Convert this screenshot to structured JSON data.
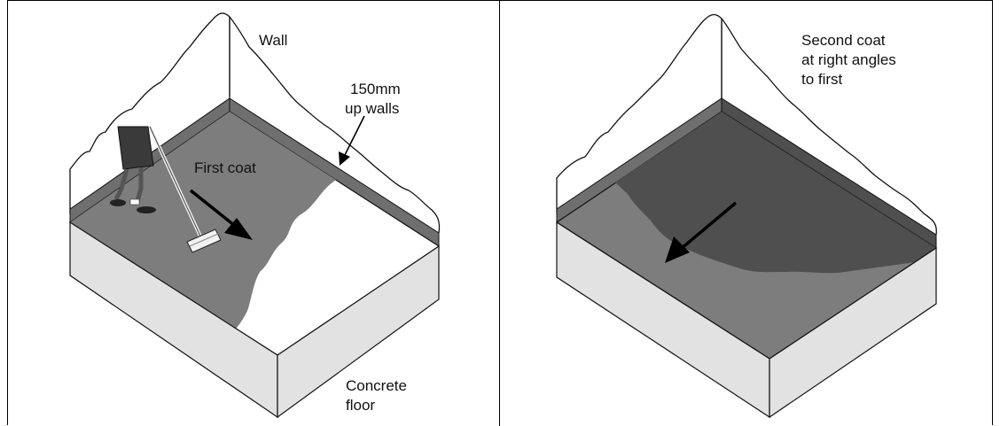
{
  "figure": {
    "left_panel": {
      "wall_label": "Wall",
      "upturn_label_line1": "150mm",
      "upturn_label_line2": "up walls",
      "coat_label": "First coat",
      "floor_label_line1": "Concrete",
      "floor_label_line2": "floor"
    },
    "right_panel": {
      "coat_label_line1": "Second coat",
      "coat_label_line2": "at right angles",
      "coat_label_line3": "to first"
    }
  },
  "colors": {
    "wall_dark": "#6f6f6f",
    "floor_coated": "#7d7d7d",
    "second_coat": "#4f4f4f",
    "slab_side": "#e2e2e2",
    "outline": "#111111"
  }
}
